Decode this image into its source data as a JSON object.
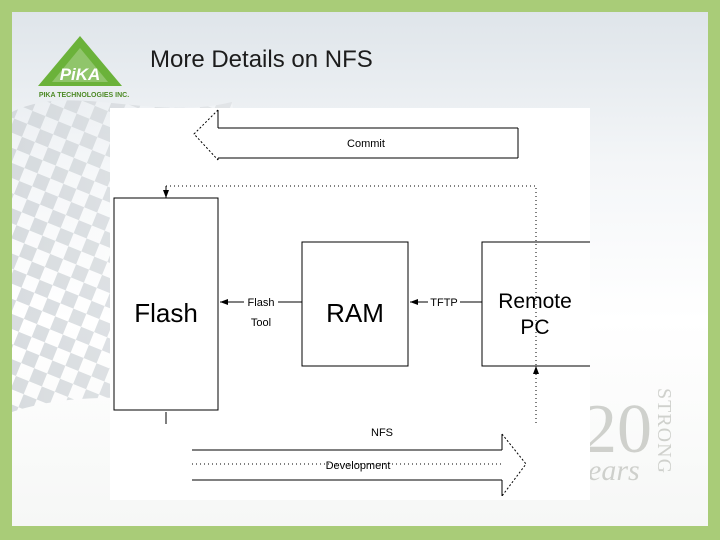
{
  "slide": {
    "title": "More Details on NFS",
    "logo": {
      "brand_text": "PiKA",
      "tagline": "PIKA TECHNOLOGIES INC.",
      "color": "#6bb23a"
    },
    "watermark": {
      "number": "20",
      "word_a": "STRONG",
      "word_b": "ears"
    }
  },
  "diagram": {
    "commit_label": "Commit",
    "development_label": "Development",
    "flash_label": "Flash",
    "ram_label": "RAM",
    "remote_pc_label_line1": "Remote",
    "remote_pc_label_line2": "PC",
    "flash_tool_label_line1": "Flash",
    "flash_tool_label_line2": "Tool",
    "tftp_label": "TFTP",
    "nfs_label": "NFS"
  }
}
